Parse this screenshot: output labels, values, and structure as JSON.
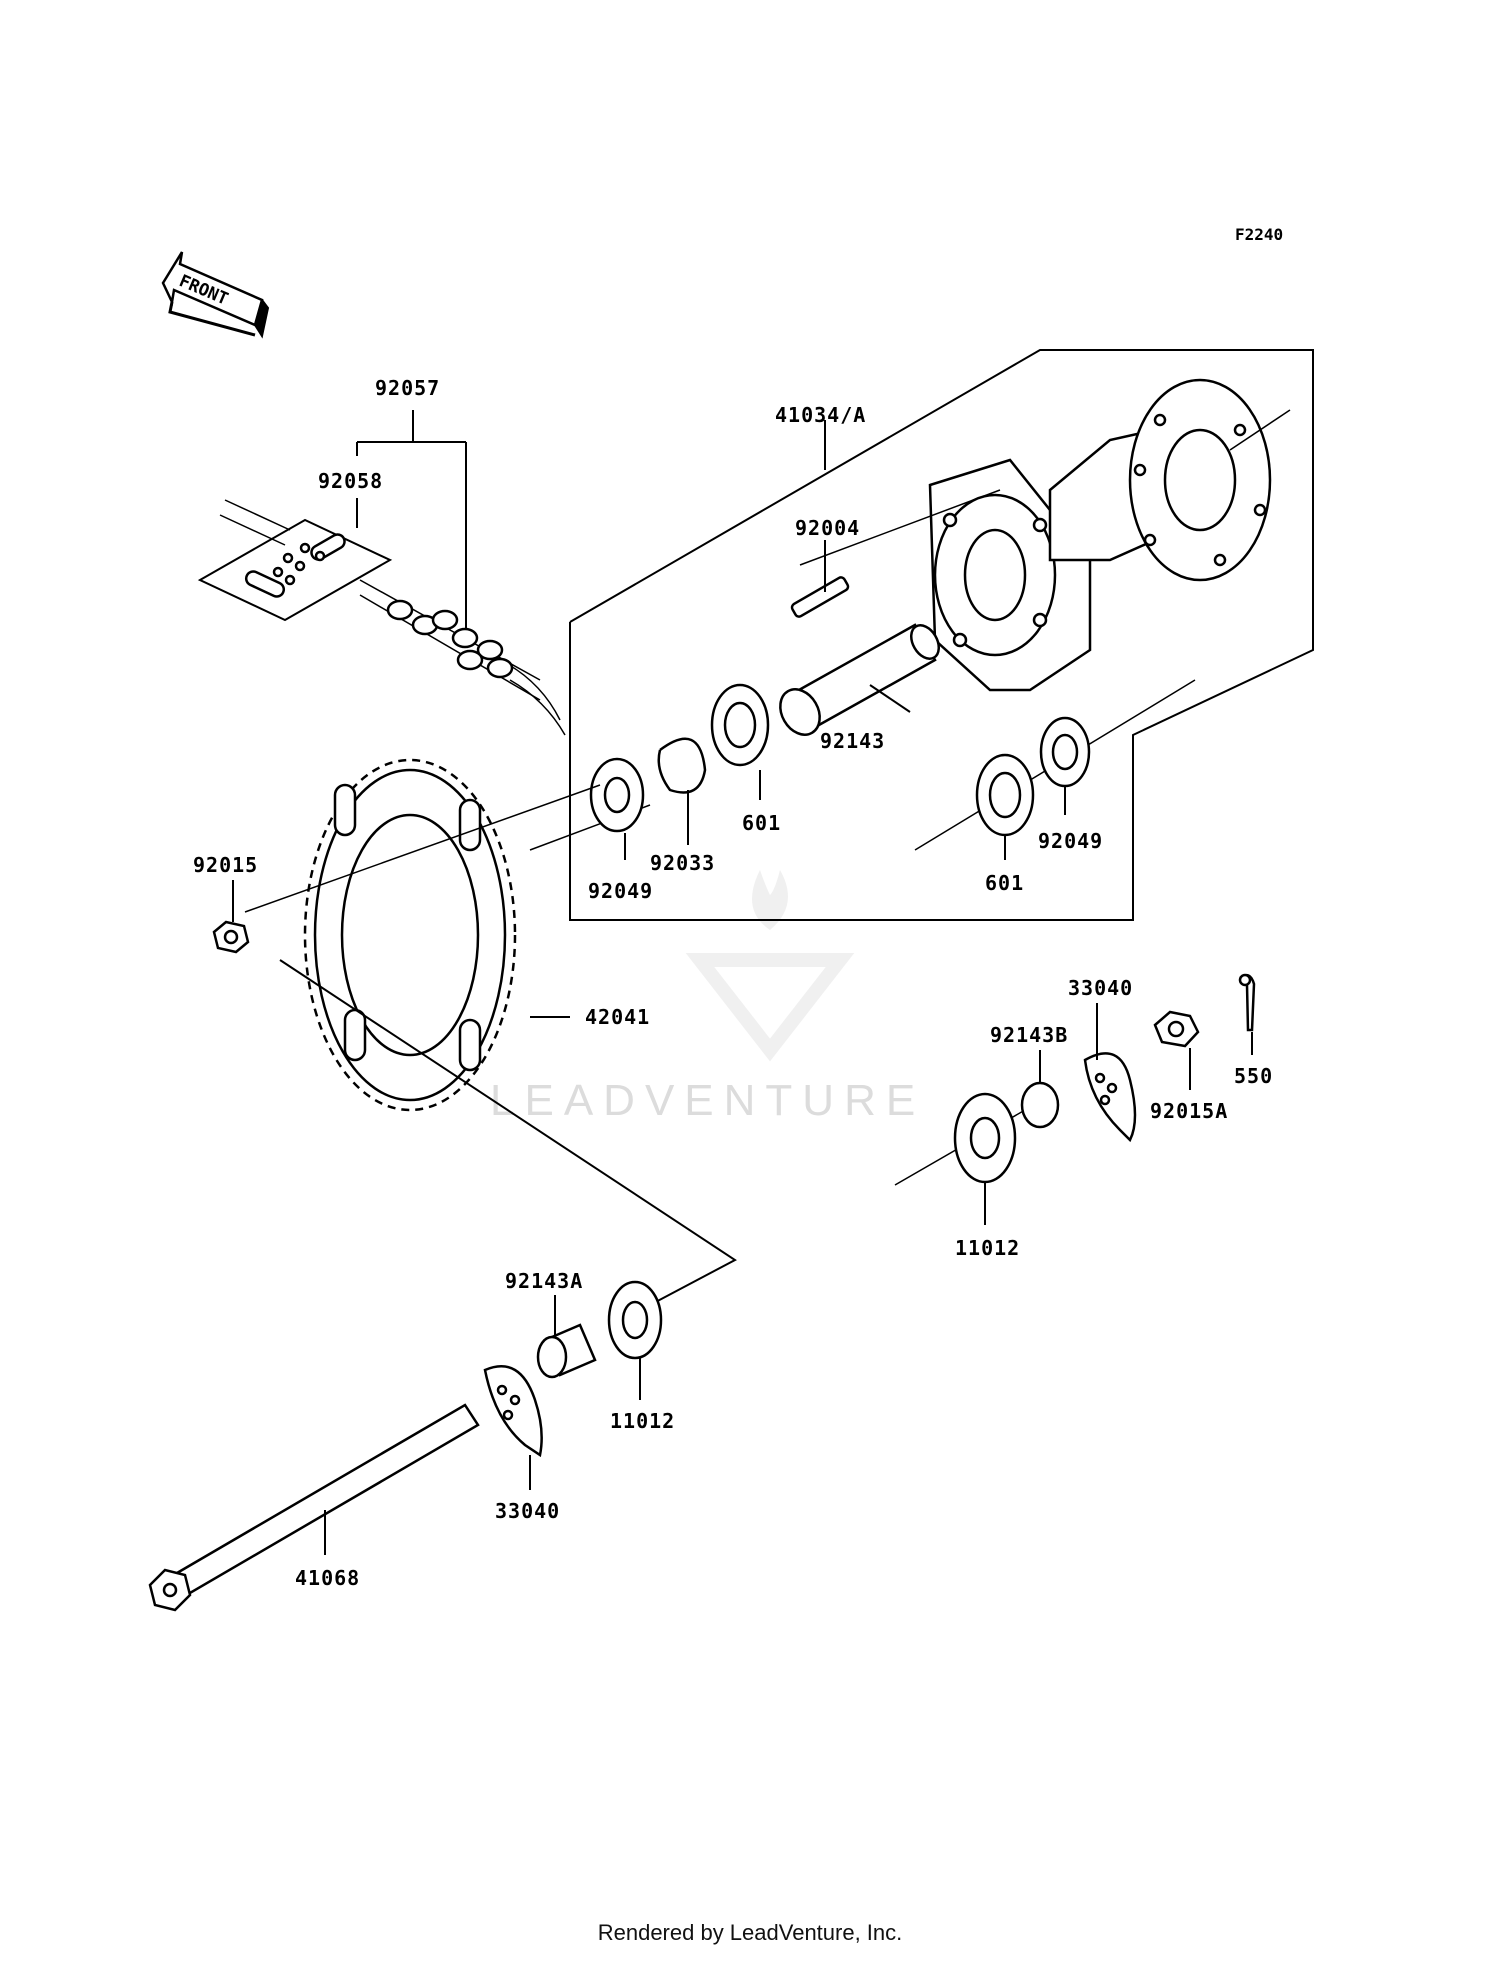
{
  "figure_code": "F2240",
  "front_label": "FRONT",
  "watermark": "LEADVENTURE",
  "footer": "Rendered by LeadVenture, Inc.",
  "parts": [
    {
      "id": "p92057",
      "number": "92057"
    },
    {
      "id": "p92058",
      "number": "92058"
    },
    {
      "id": "p41034A",
      "number": "41034/A"
    },
    {
      "id": "p92004",
      "number": "92004"
    },
    {
      "id": "p92143",
      "number": "92143"
    },
    {
      "id": "p601a",
      "number": "601"
    },
    {
      "id": "p601b",
      "number": "601"
    },
    {
      "id": "p92033",
      "number": "92033"
    },
    {
      "id": "p92049a",
      "number": "92049"
    },
    {
      "id": "p92049b",
      "number": "92049"
    },
    {
      "id": "p92015",
      "number": "92015"
    },
    {
      "id": "p42041",
      "number": "42041"
    },
    {
      "id": "p33040a",
      "number": "33040"
    },
    {
      "id": "p92143B",
      "number": "92143B"
    },
    {
      "id": "p92015A",
      "number": "92015A"
    },
    {
      "id": "p550",
      "number": "550"
    },
    {
      "id": "p11012a",
      "number": "11012"
    },
    {
      "id": "p92143A",
      "number": "92143A"
    },
    {
      "id": "p11012b",
      "number": "11012"
    },
    {
      "id": "p33040b",
      "number": "33040"
    },
    {
      "id": "p41068",
      "number": "41068"
    }
  ]
}
